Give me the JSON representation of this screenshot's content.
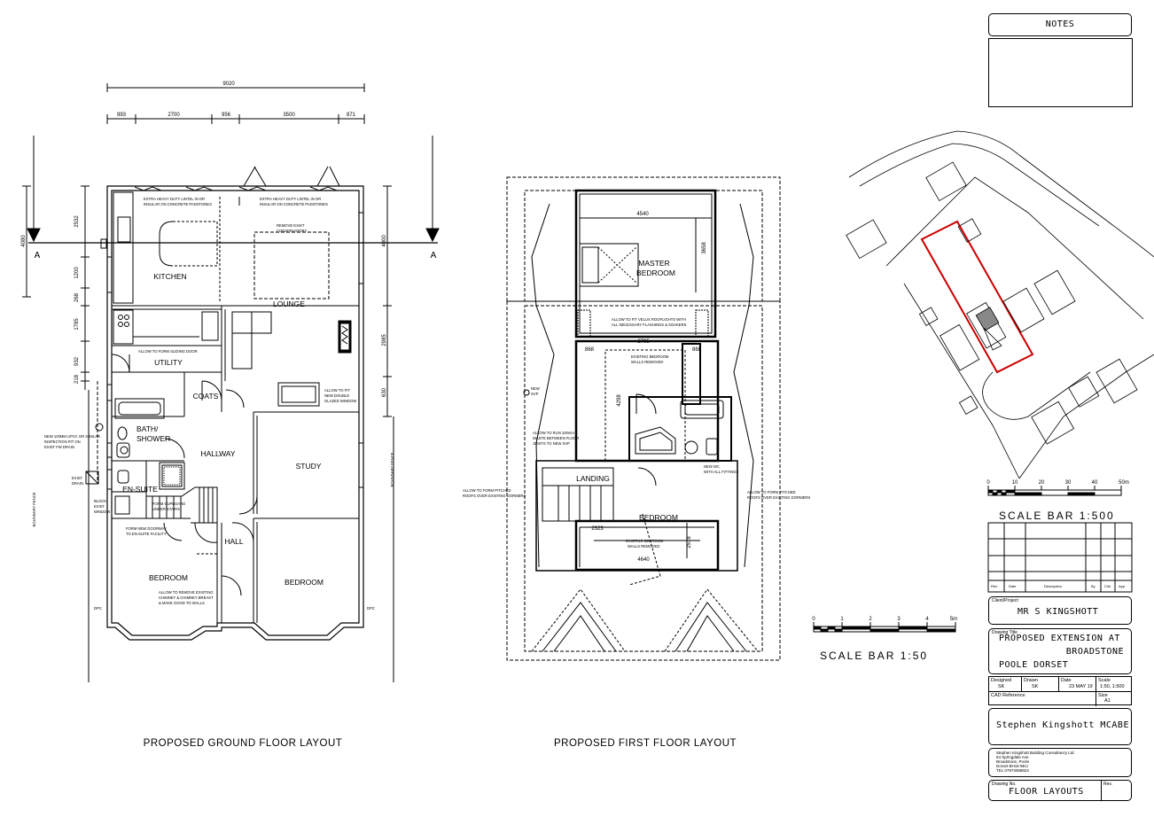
{
  "sheet": {
    "ground_title": "PROPOSED GROUND FLOOR LAYOUT",
    "first_title": "PROPOSED FIRST FLOOR LAYOUT"
  },
  "ground": {
    "dims_top": {
      "overall": "9020",
      "d1": "993",
      "d2": "2700",
      "d3": "956",
      "d4": "3500",
      "d5": "871"
    },
    "dims_left": [
      "2532",
      "1200",
      "268",
      "1785",
      "932",
      "218"
    ],
    "dim_left_total": "4080",
    "dims_right": [
      "4000",
      "2985",
      "630"
    ],
    "section_marker": "A",
    "rooms": {
      "kitchen": "KITCHEN",
      "lounge": "LOUNGE",
      "utility": "UTILITY",
      "coats": "COATS",
      "bath": "BATH/",
      "shower": "SHOWER",
      "hallway": "HALLWAY",
      "study": "STUDY",
      "ensuite": "EN-SUITE",
      "hall": "HALL",
      "bedroom1": "BEDROOM",
      "bedroom2": "BEDROOM"
    },
    "notes": {
      "n1a": "EXTRA HEAVY DUTY LINTEL IN OR",
      "n1b": "INSULAR ON CONCRETE PADSTONES",
      "n2a": "EXTRA HEAVY DUTY LINTEL IN OR",
      "n2b": "INSULAR ON CONCRETE PADSTONES",
      "remove_a": "REMOVE EXIST",
      "remove_b": "CONSERVATORY",
      "utility_note": "ALLOW TO FORM SLIDING DOOR",
      "glazing_a": "ALLOW TO FIT",
      "glazing_b": "NEW DOUBLE",
      "glazing_c": "GLAZED WINDOW",
      "drain_a": "NEW 100MM UPVC OR SIMILAR",
      "drain_b": "INSPECTION PIT ON",
      "drain_c": "EXIST FW DRAIN",
      "ensuite_note_a": "FORM NEW DOORWAY",
      "ensuite_note_b": "TO EN-SUITE FACILITY",
      "cupboard_a": "FORM CUPBOARD",
      "cupboard_b": "UNDER STAIRS",
      "chimney_a": "ALLOW TO REMOVE EXISTING",
      "chimney_b": "CHIMNEY & CHIMNEY BREAST",
      "chimney_c": "& MAKE GOOD TO WALLS",
      "block_a": "BLOCK",
      "block_b": "EXIST",
      "block_c": "WINDOW",
      "exist_a": "EXIST",
      "exist_b": "DRAIN",
      "boundary_l": "BOUNDARY FENCE",
      "boundary_r": "BOUNDARY FENCE",
      "dpc_l": "DPC",
      "dpc_r": "DPC"
    }
  },
  "first": {
    "dims": {
      "master_w": "4540",
      "master_h": "3658",
      "landing_w": "2705",
      "left": "868",
      "right": "868",
      "vert": "4298",
      "bottom": "4640",
      "small": "2323",
      "short": "2578"
    },
    "rooms": {
      "master_a": "MASTER",
      "master_b": "BEDROOM",
      "landing": "LANDING",
      "bedroom": "BEDROOM"
    },
    "notes": {
      "roof_a": "ALLOW TO FIT VELUX ROOFLIGHTS WITH",
      "roof_b": "ALL NECESSARY FLASHINGS & SOAKERS",
      "walls_a": "EXISTING BEDROOM",
      "walls_b": "WALLS REMOVED",
      "walls2_a": "EXISTING BEDROOM",
      "walls2_b": "WALLS REMOVED",
      "left_a": "ALLOW TO FORM PITCHED",
      "left_b": "ROOFS OVER EXISTING DORMERS",
      "right_a": "ALLOW TO FORM PITCHED",
      "right_b": "ROOFS OVER EXISTING DORMERS",
      "waste_a": "ALLOW TO RUN 100mm",
      "waste_b": "WASTE BETWEEN FLOOR",
      "waste_c": "JOISTS TO NEW SVP",
      "svp_a": "NEW",
      "svp_b": "SVP",
      "shower_a": "NEW WC",
      "shower_b": "WITH ALL FITTINGS"
    }
  },
  "scale500": {
    "title": "SCALE BAR 1:500",
    "ticks": [
      "0",
      "10",
      "20",
      "30",
      "40",
      "50m"
    ]
  },
  "scale50": {
    "title": "SCALE BAR 1:50",
    "ticks": [
      "0",
      "1",
      "2",
      "3",
      "4",
      "5m"
    ]
  },
  "titleblock": {
    "notes_header": "NOTES",
    "rev_cols": [
      "Rev.",
      "Date",
      "Description",
      "By",
      "Chk",
      "App"
    ],
    "client_label": "Client/Project",
    "client": "MR S KINGSHOTT",
    "drawing_label": "Drawing Title",
    "title_line1": "PROPOSED EXTENSION  AT",
    "title_line2": "BROADSTONE",
    "title_line3": "POOLE DORSET",
    "designed_label": "Designed",
    "designed": "SK",
    "drawn_label": "Drawn",
    "drawn": "SK",
    "date_label": "Date",
    "date": "23 MAY 19",
    "scale_label": "Scale",
    "scale": "1:50, 1:500",
    "cad_label": "CAD Reference",
    "size_label": "Size",
    "size": "A1",
    "firm": "Stephen Kingshott MCABE",
    "address": [
      "Stephen Kingshott Building Consultancy Ltd",
      "54 Springdale Ave",
      "Broadstone, Poole",
      "Dorset BH18 9EU",
      "TEL  07973058824"
    ],
    "drawing_no_label": "Drawing No.",
    "drawing_name": "FLOOR LAYOUTS",
    "rev_label": "Rev."
  }
}
